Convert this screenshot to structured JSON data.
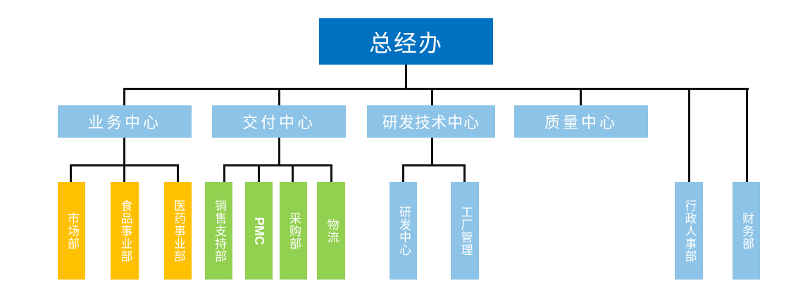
{
  "colors": {
    "root": "#0070C0",
    "center": "#8DC3E6",
    "business_units": "#FFC000",
    "delivery_units": "#92D050",
    "tech_units": "#8DC3E6",
    "connector": "#111111"
  },
  "root": {
    "label": "总经办"
  },
  "centers": [
    {
      "label": "业务中心",
      "children": [
        "市场部",
        "食品事业部",
        "医药事业部"
      ]
    },
    {
      "label": "交付中心",
      "children": [
        "销售支持部",
        "PMC",
        "采购部",
        "物流"
      ]
    },
    {
      "label": "研发技术中心",
      "children": [
        "研发中心",
        "工厂管理"
      ]
    },
    {
      "label": "质量中心",
      "children": []
    }
  ],
  "direct_departments": [
    "行政人事部",
    "财务部"
  ]
}
